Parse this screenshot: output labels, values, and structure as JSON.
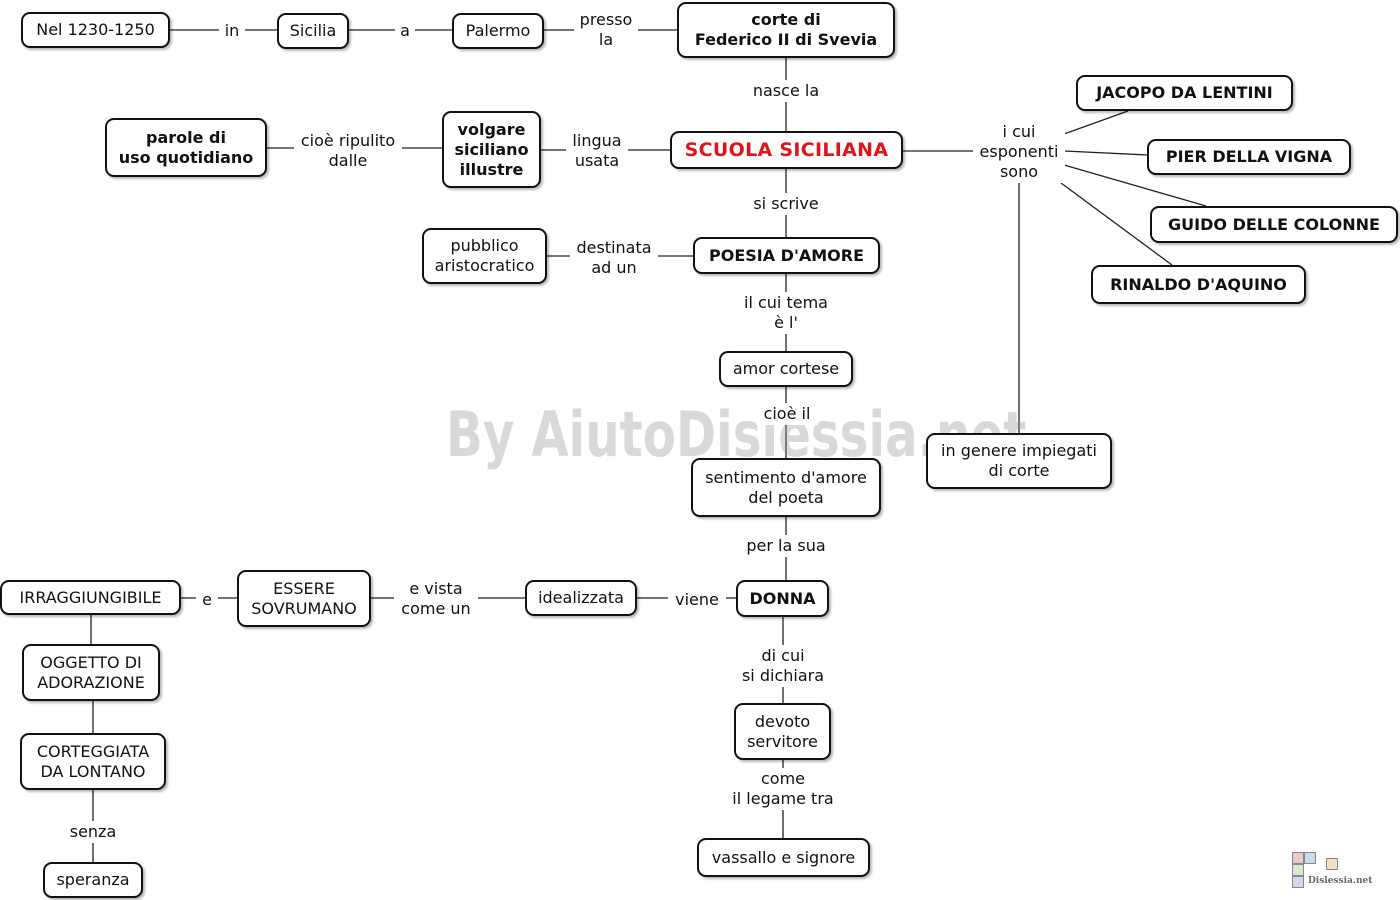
{
  "watermark": "By AiutoDislessia.net",
  "logo_text": "Dislessia.net",
  "nodes": {
    "nel_1230_1250": "Nel 1230-1250",
    "sicilia": "Sicilia",
    "palermo": "Palermo",
    "corte_federico": "corte di\nFederico II di Svevia",
    "scuola_siciliana": "SCUOLA SICILIANA",
    "volgare": "volgare\nsiciliano\nillustre",
    "parole": "parole di\nuso quotidiano",
    "poesia": "POESIA D'AMORE",
    "pubblico": "pubblico\naristocratico",
    "amor_cortese": "amor cortese",
    "sentimento": "sentimento d'amore\ndel poeta",
    "donna": "DONNA",
    "idealizzata": "idealizzata",
    "essere": "ESSERE\nSOVRUMANO",
    "irraggiungibile": "IRRAGGIUNGIBILE",
    "oggetto": "OGGETTO DI\nADORAZIONE",
    "corteggiata": "CORTEGGIATA\nDA LONTANO",
    "speranza": "speranza",
    "devoto": "devoto\nservitore",
    "vassallo": "vassallo e signore",
    "jacopo": "JACOPO DA LENTINI",
    "pier": "PIER DELLA VIGNA",
    "guido": "GUIDO DELLE COLONNE",
    "rinaldo": "RINALDO D'AQUINO",
    "impiegati": "in genere impiegati\ndi corte"
  },
  "labels": {
    "in": "in",
    "a": "a",
    "presso": "presso\nla",
    "nasce": "nasce la",
    "lingua": "lingua\nusata",
    "cioe_ripulito": "cioè ripulito\ndalle",
    "si_scrive": "si scrive",
    "destinata": "destinata\nad un",
    "il_cui_tema": "il cui tema\nè l'",
    "cioe_il": "cioè il",
    "per_la_sua": "per la sua",
    "viene": "viene",
    "e_vista": "e vista\ncome un",
    "e": "e",
    "senza": "senza",
    "di_cui": "di cui\nsi dichiara",
    "come": "come\nil legame tra",
    "i_cui": "i cui\nesponenti\nsono"
  }
}
